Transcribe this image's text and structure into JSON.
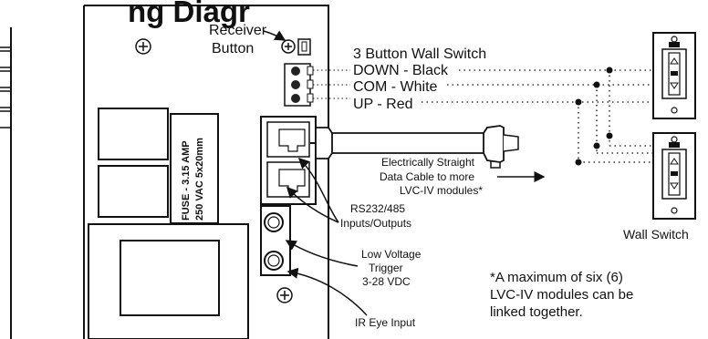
{
  "title_fragment": "ng Diagr",
  "receiver_button": [
    "Receiver",
    "Button"
  ],
  "wall_switch_heading": "3 Button Wall Switch",
  "wires": [
    {
      "label": "DOWN - Black"
    },
    {
      "label": "COM - White"
    },
    {
      "label": "UP - Red"
    }
  ],
  "fuse": [
    "FUSE - 3.15 AMP",
    "250 VAC 5x20mm"
  ],
  "data_cable": [
    "Electrically Straight",
    "Data Cable to more",
    "LVC-IV modules*"
  ],
  "rs232": [
    "RS232/485",
    "Inputs/Outputs"
  ],
  "low_voltage": [
    "Low Voltage",
    "Trigger",
    "3-28 VDC"
  ],
  "ir_eye": "IR Eye Input",
  "footnote": [
    "*A maximum of six (6)",
    "LVC-IV modules can be",
    "linked together."
  ],
  "wall_switch_label": "Wall Switch",
  "switch_buttons": [
    "up-arrow",
    "stop",
    "down-arrow"
  ]
}
